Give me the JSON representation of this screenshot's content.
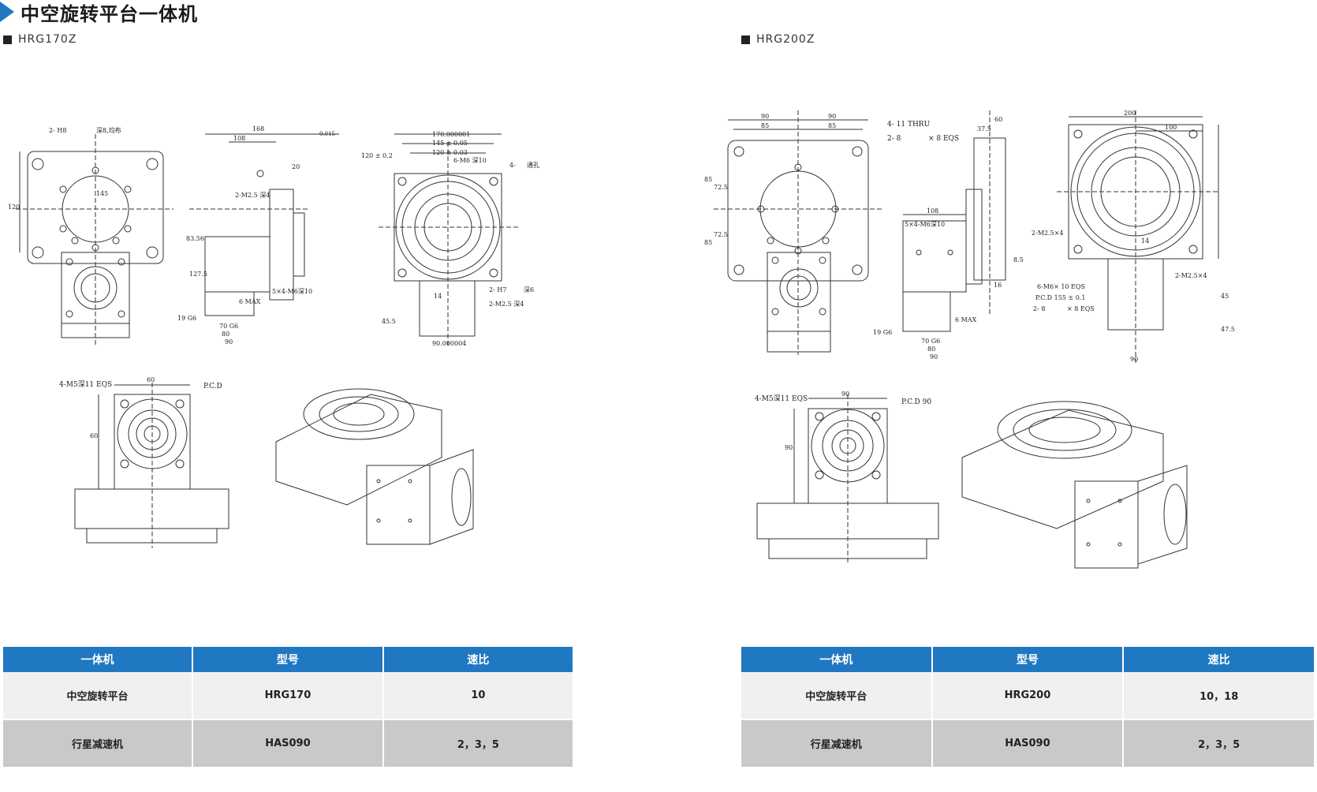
{
  "page": {
    "title": "中空旋转平台一体机"
  },
  "left": {
    "model": "HRG170Z",
    "dims": {
      "d1": "2-  H8",
      "d1b": "深8,均布",
      "d2": "120",
      "d3": "145",
      "d4": "168",
      "d5": "108",
      "d6": "170.000001",
      "d7": "145 ± 0.05",
      "d8": "120 ± 0.03",
      "d9": "6-M6 深10",
      "d10": "4-",
      "d11": "通孔",
      "d12": "120 ± 0.2",
      "d13": "2-M2.5 深4",
      "d14": "5×4-M6深10",
      "d15": "6 MAX",
      "d16": "19 G6",
      "d17": "70  G6",
      "d18": "80",
      "d19": "90",
      "d20": "14",
      "d21": "2-M2.5 深4",
      "d22": "2-  H7",
      "d23": "深6",
      "d24": "90.000004",
      "d25": "45.5",
      "d26": "127.5",
      "d27": "83.56",
      "d28": "20",
      "d29": "0.015"
    },
    "lower": {
      "flange_label": "4-M5深11 EQS",
      "pcd": "P.C.D",
      "w": "60",
      "h": "60"
    }
  },
  "right": {
    "model": "HRG200Z",
    "dims": {
      "e1": "90",
      "e2": "90",
      "e3": "85",
      "e4": "85",
      "e5": "4-    11 THRU",
      "e6": "2-  8",
      "e6b": "× 8 EQS",
      "e7": "60",
      "e8": "37.5",
      "e9": "200",
      "e10": "100",
      "e11": "108",
      "e12": "5×4-M6深10",
      "e13": "2-M2.5×4",
      "e14": "6-M6× 10 EQS",
      "e15": "P.C.D    155 ± 0.1",
      "e16": "2-  8",
      "e16b": "× 8 EQS",
      "e17": "2-M2.5×4",
      "e18": "14",
      "e19": "19 G6",
      "e20": "70  G6",
      "e21": "80",
      "e22": "90",
      "e23": "6 MAX",
      "e24": "16",
      "e25": "8.5",
      "e26": "72.5",
      "e27": "72.5",
      "e28": "85",
      "e29": "85",
      "e30": "45",
      "e31": "47.5",
      "e32": "90"
    },
    "lower": {
      "flange_label": "4-M5深11 EQS",
      "pcd": "P.C.D    90",
      "w": "90",
      "h": "90"
    }
  },
  "tables": {
    "left": {
      "headers": [
        "一体机",
        "型号",
        "速比"
      ],
      "rows": [
        [
          "中空旋转平台",
          "HRG170",
          "10"
        ],
        [
          "行星减速机",
          "HAS090",
          "2，3，5"
        ]
      ]
    },
    "right": {
      "headers": [
        "一体机",
        "型号",
        "速比"
      ],
      "rows": [
        [
          "中空旋转平台",
          "HRG200",
          "10，18"
        ],
        [
          "行星减速机",
          "HAS090",
          "2，3，5"
        ]
      ]
    }
  },
  "colors": {
    "accent": "#1f78c1",
    "row_light": "#f0f0f0",
    "row_dark": "#c9c9c9"
  }
}
